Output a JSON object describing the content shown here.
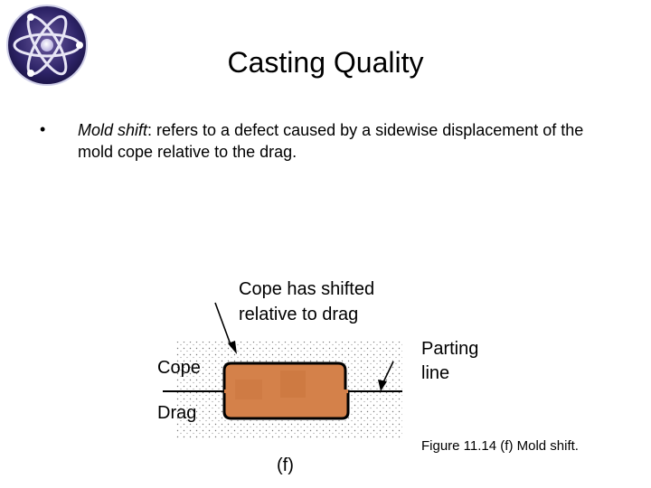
{
  "slide": {
    "title": "Casting Quality",
    "bullets": [
      {
        "term": "Mold shift",
        "text": ": refers to a defect caused by a sidewise displacement of the mold cope relative to the drag."
      }
    ],
    "bullet_marker": "•"
  },
  "logo": {
    "icon": "atom-icon"
  },
  "figure": {
    "labels": {
      "callout": [
        "Cope has shifted",
        "relative to drag"
      ],
      "cope": "Cope",
      "drag": "Drag",
      "parting": [
        "Parting",
        "line"
      ],
      "panel": "(f)"
    },
    "caption": "Figure 11.14 (f) Mold shift.",
    "colors": {
      "casting": "#d4814a",
      "sand_dots": "#888888"
    }
  }
}
